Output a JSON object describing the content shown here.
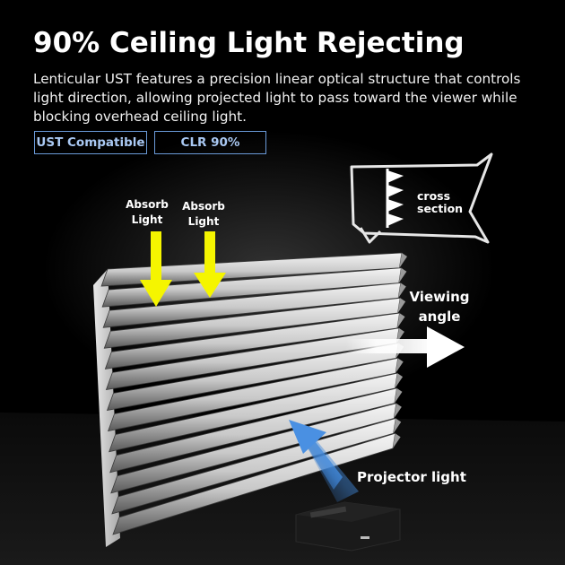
{
  "header": {
    "title": "90% Ceiling Light Rejecting",
    "description": "Lenticular UST features a precision linear optical structure that controls light direction, allowing projected light to pass toward the viewer while blocking overhead ceiling light."
  },
  "badges": {
    "ust": "UST Compatible",
    "clr": "CLR 90%"
  },
  "labels": {
    "absorb1_line1": "Absorb",
    "absorb1_line2": "Light",
    "absorb2_line1": "Absorb",
    "absorb2_line2": "Light",
    "viewing_line1": "Viewing",
    "viewing_line2": "angle",
    "projector": "Projector light",
    "cross_line1": "cross",
    "cross_line2": "section"
  },
  "colors": {
    "background": "#000000",
    "badge_border": "#6a9ad8",
    "badge_text": "#a9c8f2",
    "absorb_arrow": "#f5f500",
    "projector_arrow": "#4a90e2",
    "viewing_arrow": "#ffffff"
  },
  "icons": {
    "absorb_arrow": "down-arrow-icon",
    "viewing_arrow": "right-arrow-icon",
    "projector_arrow": "up-left-arrow-icon",
    "cross_section": "sawtooth-icon"
  }
}
